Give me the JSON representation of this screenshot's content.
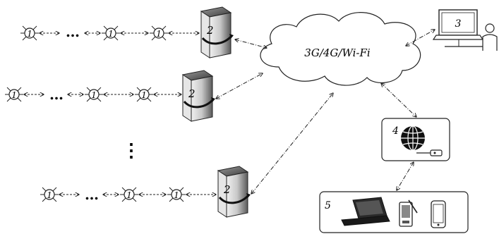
{
  "diagram": {
    "network_label": "3G/4G/Wi-Fi",
    "sensor_label": "1",
    "gateway_label": "2",
    "computer_label": "3",
    "router_label": "4",
    "clients_label": "5",
    "ellipsis": "…",
    "vertical_ellipsis": "⋮",
    "rows": [
      {
        "gateway_label": "2"
      },
      {
        "gateway_label": "2"
      },
      {
        "gateway_label": "2"
      }
    ]
  }
}
